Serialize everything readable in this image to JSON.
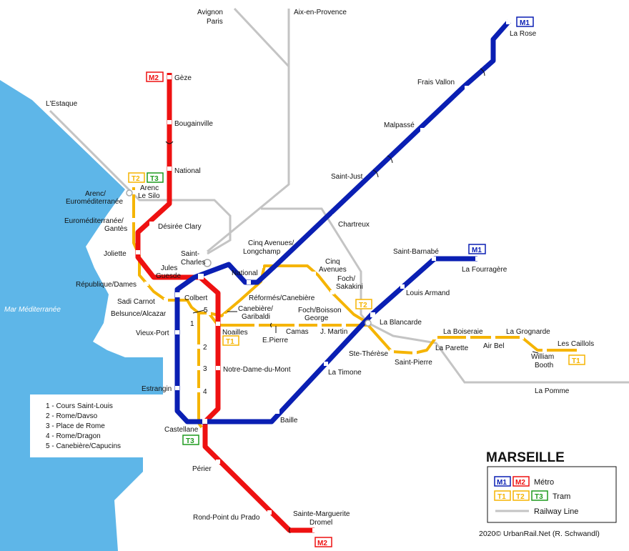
{
  "title": "MARSEILLE",
  "credit": "2020© UrbanRail.Net (R. Schwandl)",
  "sea_label": "Mar Méditerranée",
  "colors": {
    "sea": "#5eb6e8",
    "m1": "#0a1fb3",
    "m2": "#ee1111",
    "tram": "#f5b400",
    "t3": "#1e9a1e",
    "railway": "#c4c4c4"
  },
  "lines": {
    "m1": "M1",
    "m2": "M2",
    "t1": "T1",
    "t2": "T2",
    "t3": "T3"
  },
  "rail_destinations": {
    "avignon": "Avignon",
    "paris": "Paris",
    "aix": "Aix-en-Provence",
    "estaque": "L'Estaque"
  },
  "stations": {
    "la_rose": "La Rose",
    "frais_vallon": "Frais Vallon",
    "malpasse": "Malpassé",
    "saint_just": "Saint-Just",
    "chartreux": "Chartreux",
    "cinq_avenues_longchamp_1": "Cinq Avenues/",
    "cinq_avenues_longchamp_2": "Longchamp",
    "national": "National",
    "reformes": "Réformés/Canebière",
    "saint_charles_1": "Saint-",
    "saint_charles_2": "Charles",
    "jules_guesde_1": "Jules",
    "jules_guesde_2": "Guesde",
    "colbert": "Colbert",
    "vieux_port": "Vieux-Port",
    "estrangin": "Estrangin",
    "castellane": "Castellane",
    "baille": "Baille",
    "la_timone": "La Timone",
    "la_blancarde": "La Blancarde",
    "louis_armand": "Louis Armand",
    "saint_barnabe": "Saint-Barnabé",
    "la_fourragere": "La Fourragère",
    "geze": "Gèze",
    "bougainville": "Bougainville",
    "national_m2": "National",
    "desiree_clary": "Désirée Clary",
    "joliette": "Joliette",
    "noailles": "Noailles",
    "notre_dame": "Notre-Dame-du-Mont",
    "perier": "Périer",
    "rond_point": "Rond-Point du Prado",
    "sainte_marguerite_1": "Sainte-Marguerite",
    "sainte_marguerite_2": "Dromel",
    "arenc_le_silo_1": "Arenc",
    "arenc_le_silo_2": "Le Silo",
    "arenc_euromed_1": "Arenc/",
    "arenc_euromed_2": "Euroméditerranée",
    "euromed_gantes_1": "Euroméditerranée/",
    "euromed_gantes_2": "Gantès",
    "republique_dames": "République/Dames",
    "sadi_carnot": "Sadi Carnot",
    "belsunce": "Belsunce/Alcazar",
    "canebiere_garibaldi_1": "Canebière/",
    "canebiere_garibaldi_2": "Garibaldi",
    "cinq_avenues_1": "Cinq",
    "cinq_avenues_2": "Avenues",
    "foch_sakakini_1": "Foch/",
    "foch_sakakini_2": "Sakakini",
    "foch_boisson_1": "Foch/Boisson",
    "foch_boisson_2": "George",
    "e_pierre": "E.Pierre",
    "camas": "Camas",
    "j_martin": "J. Martin",
    "ste_therese": "Ste-Thérèse",
    "saint_pierre": "Saint-Pierre",
    "la_parette": "La Parette",
    "la_boiseraie": "La Boiseraie",
    "air_bel": "Air Bel",
    "la_grognarde": "La Grognarde",
    "william_booth_1": "William",
    "william_booth_2": "Booth",
    "les_caillols": "Les Caillols",
    "la_pomme": "La Pomme"
  },
  "numbered_stops": {
    "n1": "1",
    "n2": "2",
    "n3": "3",
    "n4": "4",
    "n5": "5"
  },
  "numbered_legend": [
    "1 - Cours Saint-Louis",
    "2 - Rome/Davso",
    "3 - Place de Rome",
    "4 - Rome/Dragon",
    "5 - Canebière/Capucins"
  ],
  "legend": {
    "metro": "Métro",
    "tram": "Tram",
    "railway": "Railway Line"
  }
}
